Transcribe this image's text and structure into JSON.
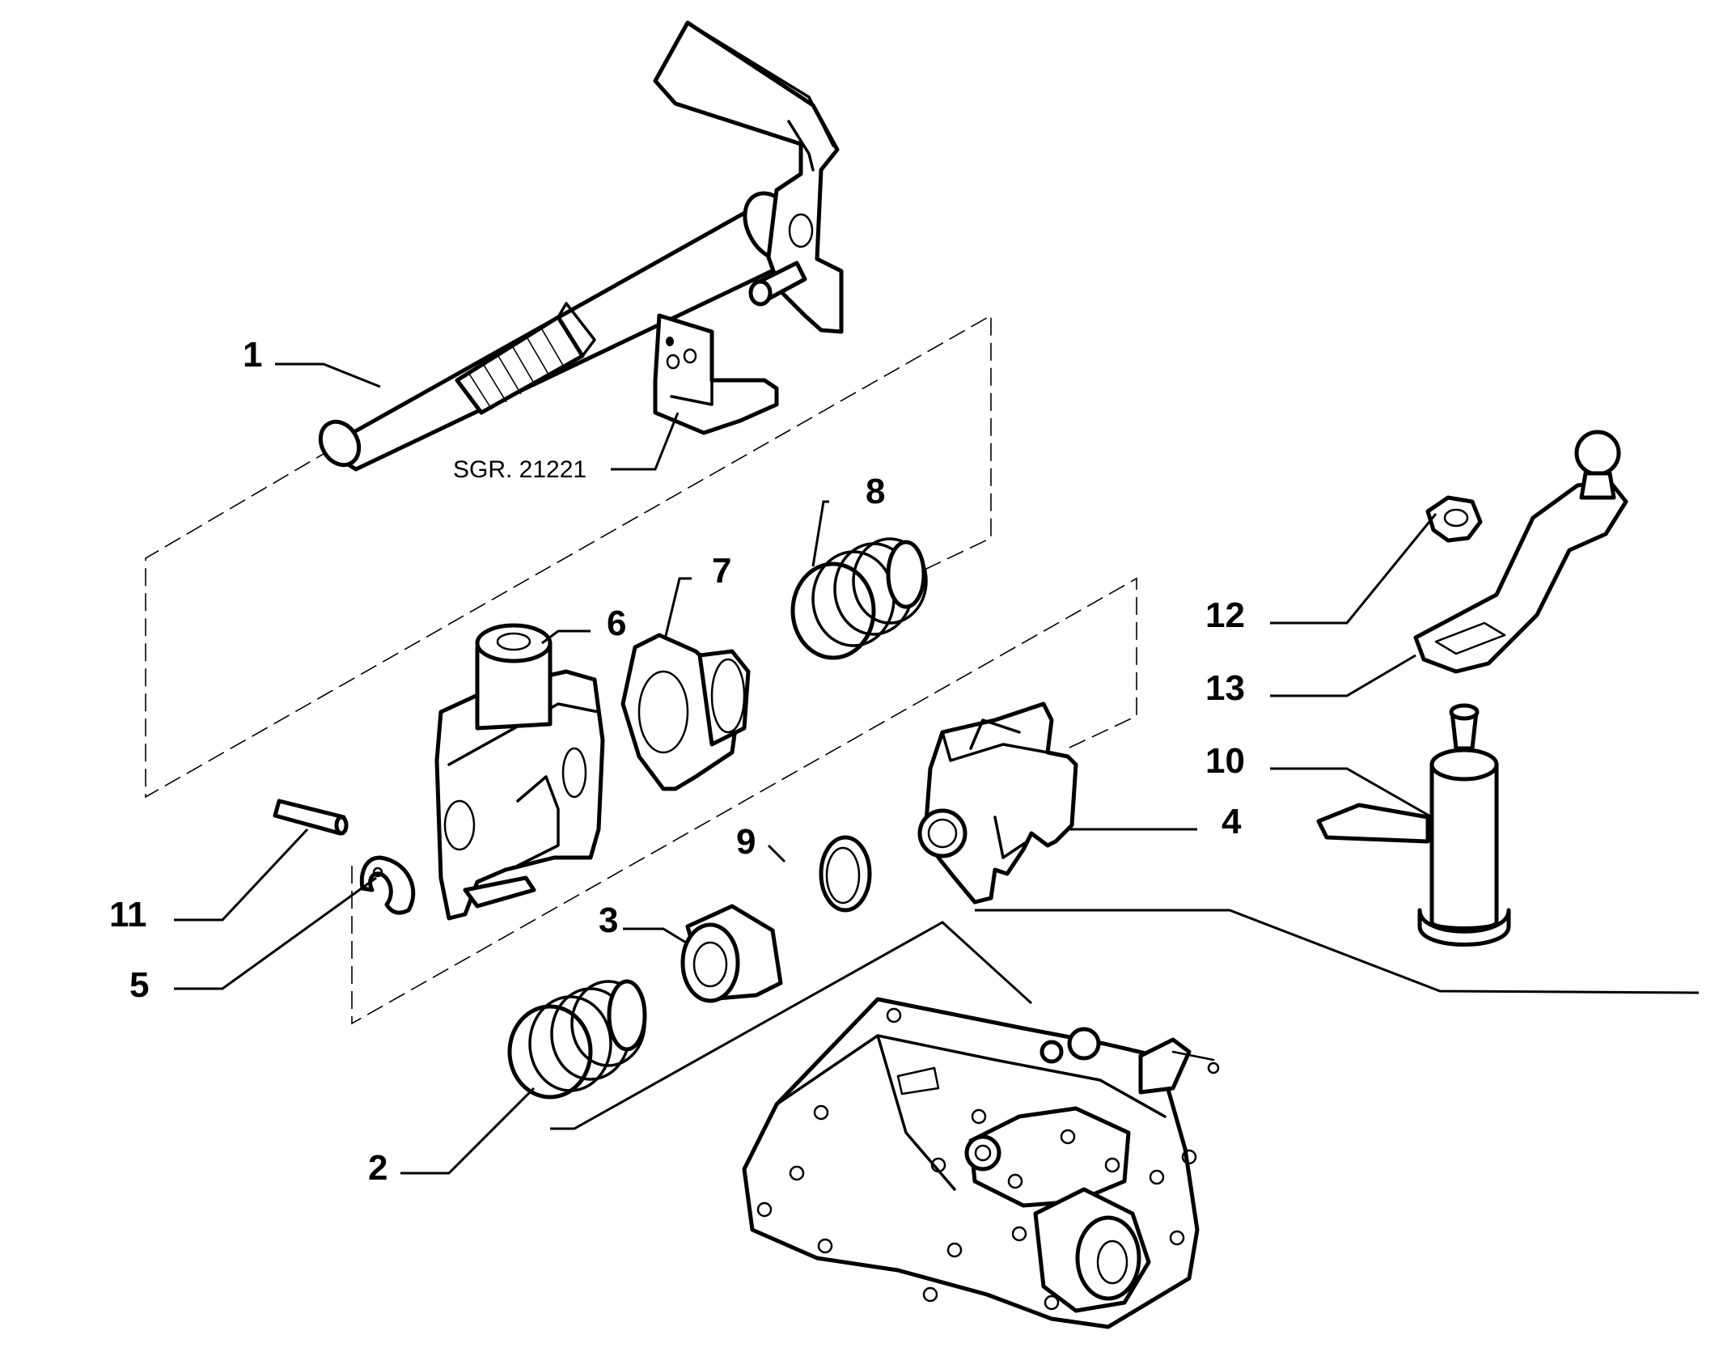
{
  "callouts": {
    "c1": "1",
    "c2": "2",
    "c3": "3",
    "c4": "4",
    "c5": "5",
    "c6": "6",
    "c7": "7",
    "c8": "8",
    "c9": "9",
    "c10": "10",
    "c11": "11",
    "c12": "12",
    "c13": "13"
  },
  "reference": "SGR. 21221"
}
